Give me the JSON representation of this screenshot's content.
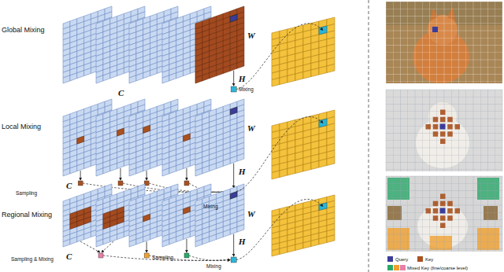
{
  "diagram": {
    "labels": [
      "Global Mixing",
      "W",
      "H",
      "Mixing",
      "C",
      "Local Mixing",
      "W",
      "C",
      "H",
      "Sampling",
      "Mixing",
      "Regional Mixing",
      "W",
      "C",
      "H",
      "Sampling & Mixing",
      "Sampling",
      "Mixing"
    ],
    "legend": [
      {
        "text": "Query",
        "color": "#3a3d9c"
      },
      {
        "text": "Key",
        "color": "#a9521f"
      },
      {
        "text": "Mixed Key (fine/coarse level)"
      }
    ]
  }
}
